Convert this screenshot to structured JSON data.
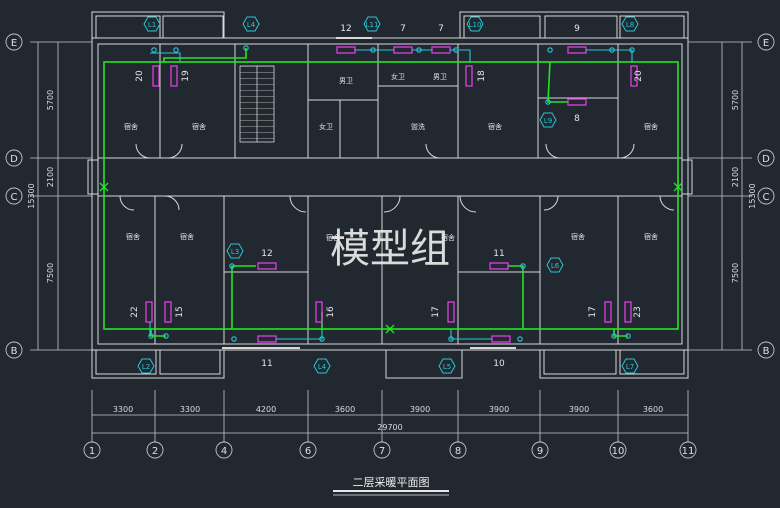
{
  "plan": {
    "title": "二层采暖平面图",
    "watermark": "模型组",
    "total_dimension": "29700"
  },
  "colors": {
    "background": "#212830",
    "walls": "#d8d8d8",
    "dims": "#c8c8c8",
    "pipe": "#22e622",
    "cyan": "#29c6d6",
    "radiator": "#e23ce6"
  },
  "axes": {
    "columns": [
      "1",
      "2",
      "4",
      "6",
      "7",
      "8",
      "9",
      "10",
      "11"
    ],
    "rows_left": [
      "E",
      "D",
      "C",
      "B"
    ],
    "rows_right": [
      "E",
      "D",
      "C",
      "B"
    ],
    "spacings": [
      "3300",
      "3300",
      "4200",
      "3600",
      "3900",
      "3900",
      "3900",
      "3600"
    ],
    "left_dims": [
      "5700",
      "2100",
      "7500"
    ],
    "left_total": "15300",
    "right_dims": [
      "5700",
      "2100",
      "7500"
    ],
    "right_total": "15300"
  },
  "risers": [
    "L1",
    "L4",
    "L11",
    "L10",
    "L8",
    "L9",
    "L3",
    "L6",
    "L2",
    "L4",
    "L5",
    "L7"
  ],
  "rad_labels": [
    "12",
    "7",
    "7",
    "9",
    "20",
    "19",
    "18",
    "20",
    "8",
    "12",
    "11",
    "22",
    "15",
    "16",
    "17",
    "17",
    "23",
    "11",
    "10"
  ],
  "room_labels": [
    "宿舍",
    "宿舍",
    "宿舍",
    "宿舍",
    "宿舍",
    "宿舍",
    "宿舍",
    "宿舍",
    "宿舍",
    "宿舍",
    "盥洗",
    "男卫",
    "女卫",
    "女卫",
    "男卫"
  ]
}
